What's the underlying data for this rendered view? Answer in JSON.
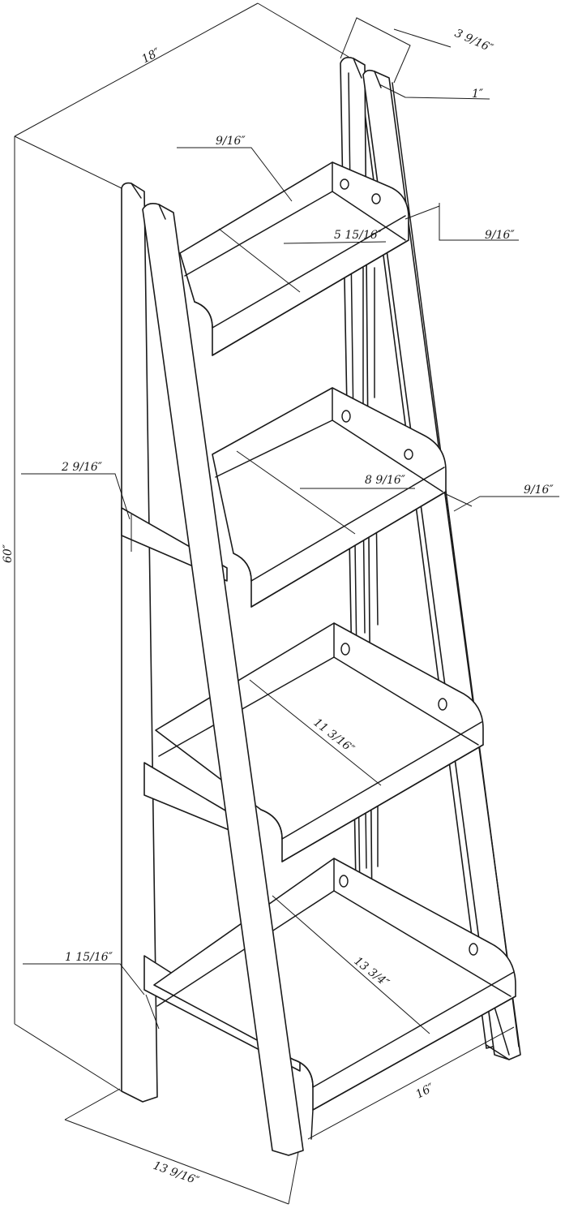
{
  "diagram": {
    "dimensions": {
      "width_top": "18″",
      "depth_top": "3 9/16″",
      "leg_thickness": "1″",
      "height": "60″",
      "shelf1_lip": "9/16″",
      "shelf1_depth": "5 15/16″",
      "shelf1_side": "9/16″",
      "rail_height": "2 9/16″",
      "shelf2_depth": "8 9/16″",
      "shelf2_side": "9/16″",
      "shelf3_depth": "11 3/16″",
      "bottom_rail": "1 15/16″",
      "shelf4_depth": "13 3/4″",
      "base_width": "16″",
      "base_depth": "13 9/16″"
    }
  }
}
